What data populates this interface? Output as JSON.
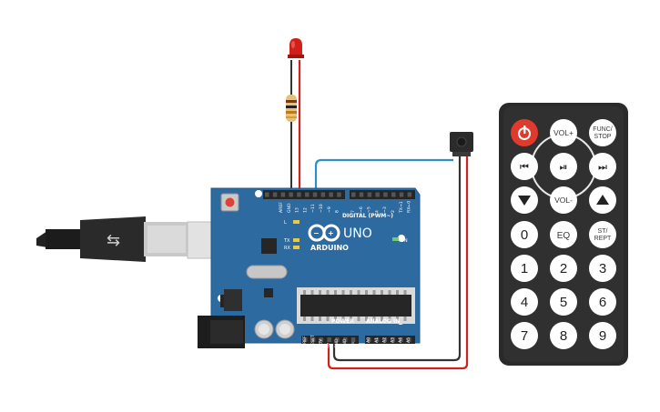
{
  "board": {
    "brand": "ARDUINO",
    "model": "UNO",
    "on_label": "ON",
    "digital_header": "DIGITAL (PWM~)",
    "power_header": "POWER",
    "analog_header": "ANALOG IN",
    "led_labels": [
      "L",
      "TX",
      "RX"
    ],
    "top_pins": [
      "AREF",
      "GND",
      "13",
      "12",
      "~11",
      "~10",
      "~9",
      "8"
    ],
    "top_pins_right": [
      "7",
      "~6",
      "~5",
      "4",
      "~3",
      "2",
      "TX→1",
      "RX←0"
    ],
    "power_pins": [
      "IOREF",
      "RESET",
      "3.3V",
      "5V",
      "GND",
      "GND",
      "Vin"
    ],
    "analog_pins": [
      "A0",
      "A1",
      "A2",
      "A3",
      "A4",
      "A5"
    ]
  },
  "remote": {
    "buttons": {
      "vol_up": "VOL+",
      "func_stop": "FUNC/\nSTOP",
      "vol_down": "VOL-",
      "eq": "EQ",
      "st_rept": "ST/\nREPT"
    },
    "numbers": [
      "0",
      "1",
      "2",
      "3",
      "4",
      "5",
      "6",
      "7",
      "8",
      "9"
    ]
  },
  "colors": {
    "board": "#2d6aa0",
    "remote_body": "#2a2a2a",
    "power_button": "#e03a2c",
    "wire_red": "#d22020",
    "wire_black": "#333333",
    "wire_blue": "#2f8fc7",
    "led": "#d0201a"
  }
}
